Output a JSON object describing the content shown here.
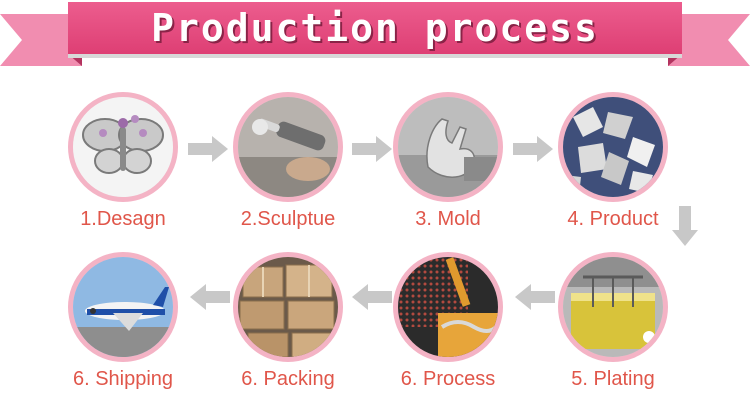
{
  "banner": {
    "title": "Production process"
  },
  "steps": [
    {
      "label": "1.Desagn",
      "icon": "butterfly-brooch-icon"
    },
    {
      "label": "2.Sculptue",
      "icon": "sculpting-tool-icon"
    },
    {
      "label": "3. Mold",
      "icon": "hand-mold-icon"
    },
    {
      "label": "4. Product",
      "icon": "metal-parts-icon"
    },
    {
      "label": "5. Plating",
      "icon": "plating-bath-icon"
    },
    {
      "label": "6. Process",
      "icon": "stone-setting-icon"
    },
    {
      "label": "6. Packing",
      "icon": "cardboard-boxes-icon"
    },
    {
      "label": "6. Shipping",
      "icon": "airplane-icon"
    }
  ],
  "colors": {
    "banner": "#e34a7c",
    "circle_border": "#f4b3c5",
    "label_text": "#e0564a",
    "arrow": "#c8c8c8"
  }
}
